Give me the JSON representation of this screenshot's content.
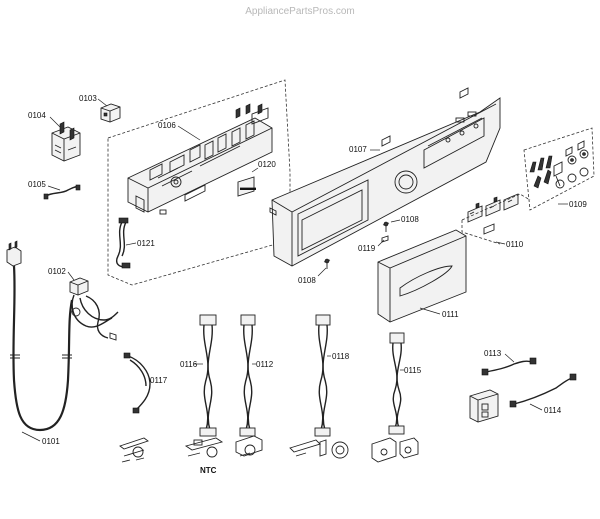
{
  "watermark": "AppliancePartsPros.com",
  "parts": {
    "p0101": "0101",
    "p0102": "0102",
    "p0103": "0103",
    "p0104": "0104",
    "p0105": "0105",
    "p0106": "0106",
    "p0107": "0107",
    "p0108a": "0108",
    "p0108b": "0108",
    "p0109": "0109",
    "p0110": "0110",
    "p0111": "0111",
    "p0112": "0112",
    "p0113": "0113",
    "p0114": "0114",
    "p0115": "0115",
    "p0116": "0116",
    "p0117": "0117",
    "p0118": "0118",
    "p0119": "0119",
    "p0120": "0120",
    "p0121": "0121"
  },
  "ntc_label": "NTC"
}
